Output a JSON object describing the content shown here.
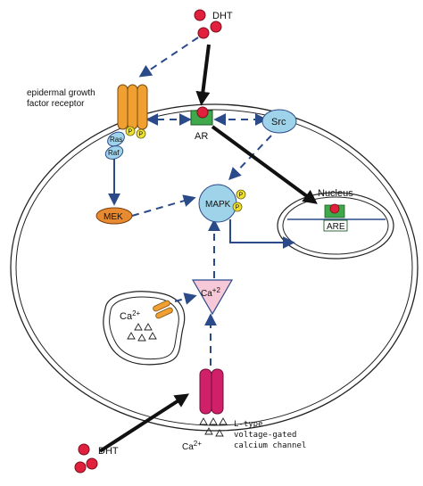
{
  "labels": {
    "dht_top": "DHT",
    "dht_bottom": "DHT",
    "egfr_line1": "epidermal growth",
    "egfr_line2": "factor receptor",
    "p": "P",
    "ras": "Ras",
    "raf": "Raf",
    "mek": "MEK",
    "ar": "AR",
    "src": "Src",
    "mapk": "MAPK",
    "nucleus": "Nucleus",
    "are": "ARE",
    "ca2_store": "Ca",
    "ca2_store_sup": "2+",
    "ca2_tri": "Ca",
    "ca2_tri_sup": "+2",
    "ca2_bottom": "Ca",
    "ca2_bottom_sup": "2+",
    "ltype_line1": "L-type",
    "ltype_line2": "voltage-gated",
    "ltype_line3": "calcium  channel"
  },
  "colors": {
    "dht": "#e0203c",
    "egfr": "#f0a030",
    "phospho": "#f0e030",
    "ras_raf": "#9fd3ea",
    "mek": "#e88a30",
    "ar_box": "#3fa84a",
    "src": "#9fd3ea",
    "mapk": "#9fd3ea",
    "ca_channel": "#d0206a",
    "ca_triangle": "#f7c8d8",
    "arrow_dashed": "#2b4a8a",
    "arrow_bold": "#111111"
  }
}
